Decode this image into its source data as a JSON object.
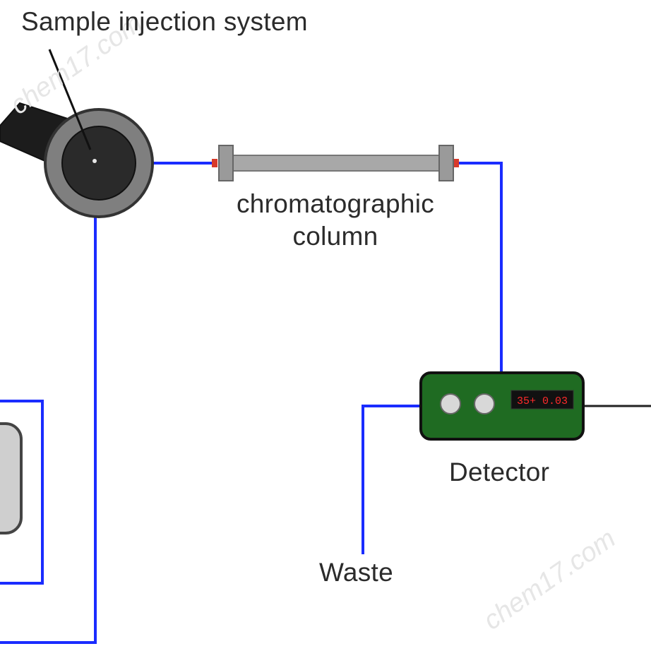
{
  "labels": {
    "injector": "Sample injection system",
    "column_line1": "chromatographic",
    "column_line2": "column",
    "detector": "Detector",
    "waste": "Waste"
  },
  "detector_display": "35+ 0.03",
  "watermark": "chem17.com",
  "colors": {
    "tubing": "#1a2cff",
    "detector_body": "#1f6b22",
    "column_body": "#a8a8a8",
    "column_fitting": "#d83a2a",
    "injector_outer": "#7f7f7f",
    "injector_inner": "#2a2a2a",
    "display_text": "#ff2a2a"
  }
}
